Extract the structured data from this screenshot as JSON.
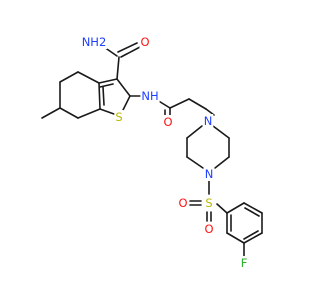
{
  "colors": {
    "background": "#ffffff",
    "bond": "#1a1a1a",
    "nitrogen": "#1f3fff",
    "oxygen": "#ff1414",
    "sulfur": "#b8b800",
    "fluorine": "#2ab32a"
  },
  "atoms": {
    "amide_nh2": "NH2",
    "amide_o": "O",
    "amide_nh": "NH",
    "thiophene_s": "S",
    "acetyl_o": "O",
    "piperazine_n1": "N",
    "piperazine_n4": "N",
    "sulfonyl_s": "S",
    "sulfonyl_o1": "O",
    "sulfonyl_o2": "O",
    "fluorine": "F"
  }
}
